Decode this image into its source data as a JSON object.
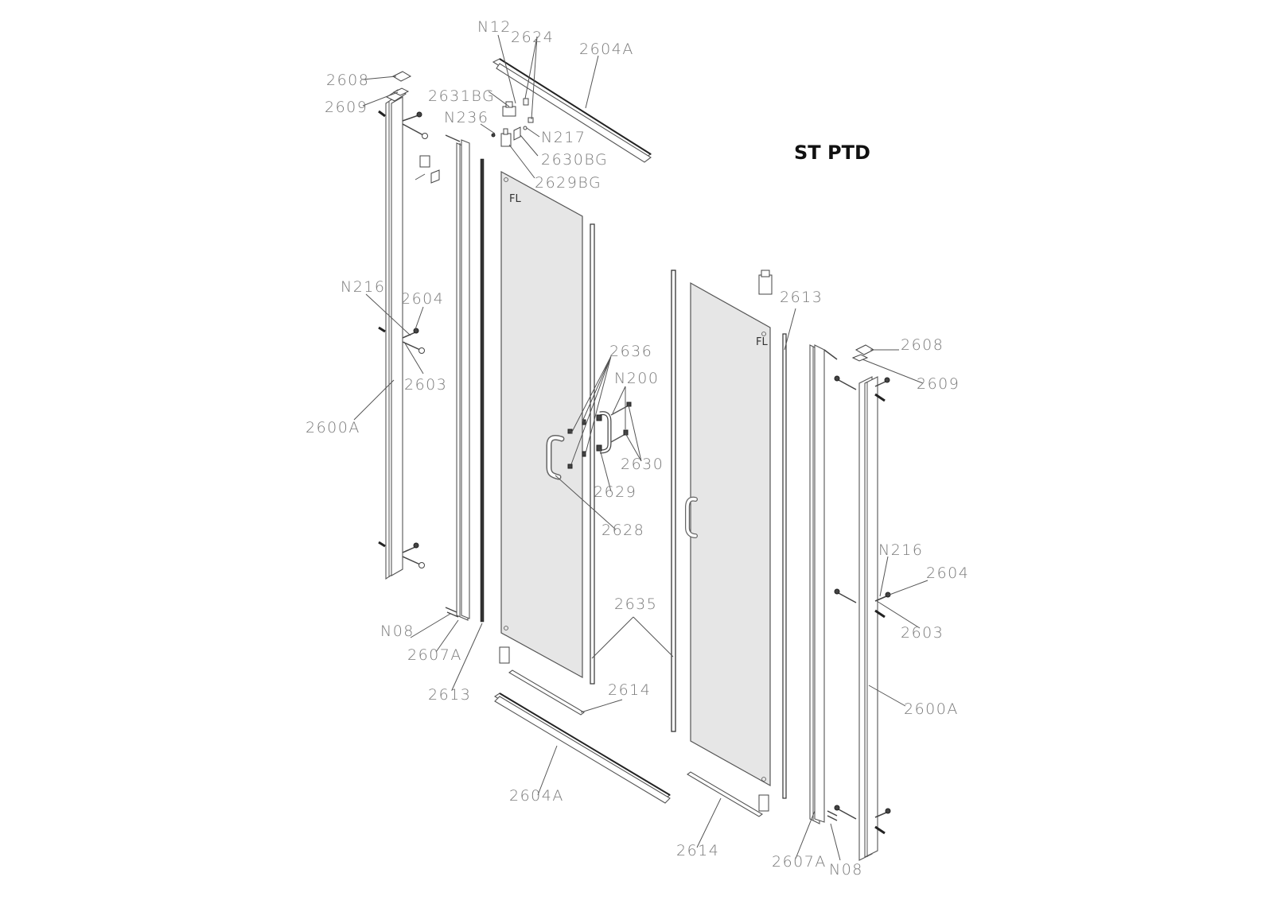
{
  "title": "ST PTD",
  "glass_marks": [
    "FL",
    "FL"
  ],
  "labels": {
    "n12": "N12",
    "p2624": "2624",
    "p2604a_top": "2604A",
    "p2608_left": "2608",
    "p2609_left": "2609",
    "p2631bg": "2631BG",
    "n236": "N236",
    "n217": "N217",
    "p2630bg": "2630BG",
    "p2629bg": "2629BG",
    "n216_left": "N216",
    "p2604_left": "2604",
    "p2603_left": "2603",
    "p2600a_left": "2600A",
    "p2636": "2636",
    "n200": "N200",
    "p2630": "2630",
    "p2629": "2629",
    "p2628": "2628",
    "p2613_right": "2613",
    "p2608_right": "2608",
    "p2609_right": "2609",
    "n216_right": "N216",
    "p2604_right": "2604",
    "p2603_right": "2603",
    "p2600a_right": "2600A",
    "n08_left": "N08",
    "p2607a_left": "2607A",
    "p2613_left": "2613",
    "p2635": "2635",
    "p2614_left": "2614",
    "p2604a_bottom": "2604A",
    "p2614_right": "2614",
    "p2607a_right": "2607A",
    "n08_right": "N08"
  }
}
